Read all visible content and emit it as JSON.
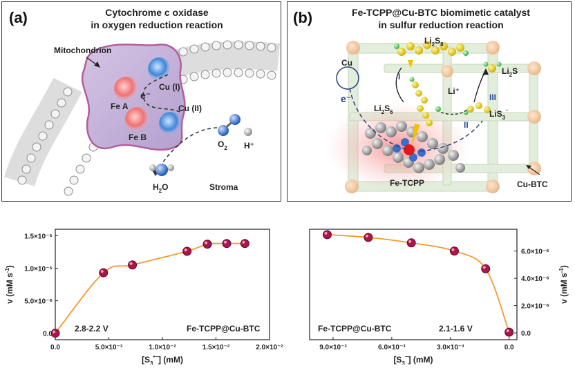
{
  "panel_a": {
    "label": "(a)",
    "title_line1": "Cytochrome c oxidase",
    "title_line2": "in oxygen reduction reaction",
    "mitochondrion": "Mitochondrion",
    "fe_a": "Fe A",
    "fe_b": "Fe B",
    "cu_i": "Cu (I)",
    "cu_ii": "Cu (II)",
    "electron": "e⁻",
    "o2": "O",
    "o2_sub": "2",
    "h_plus": "H⁺",
    "h2o_h": "H",
    "h2o_sub": "2",
    "h2o_o": "O",
    "stroma": "Stroma"
  },
  "panel_b": {
    "label": "(b)",
    "title_line1": "Fe-TCPP@Cu-BTC biomimetic catalyst",
    "title_line2": "in sulfur reduction reaction",
    "cu": "Cu",
    "electron": "e⁻",
    "li2s8": "Li",
    "li2s8_sub1": "2",
    "li2s8_mid": "S",
    "li2s8_sub2": "8",
    "li2s6": "Li",
    "li2s6_sub1": "2",
    "li2s6_mid": "S",
    "li2s6_sub2": "6",
    "li2s": "Li",
    "li2s_sub1": "2",
    "li2s_mid": "S",
    "li_plus": "Li⁺",
    "lis3": "LiS",
    "lis3_sub": "3",
    "lis3_sup": "⁻",
    "step1": "I",
    "step2": "II",
    "step3": "III",
    "fetcpp": "Fe-TCPP",
    "cubtc": "Cu-BTC"
  },
  "plots": [
    {
      "ylabel_main": "v (mM s",
      "ylabel_sup": "-1",
      "ylabel_end": ")",
      "xlabel_main": "[S",
      "xlabel_sub": "3",
      "xlabel_sup": "•−",
      "xlabel_end": "] (mM)",
      "voltage": "2.8-2.2 V",
      "catalyst": "Fe-TCPP@Cu-BTC",
      "xticks": [
        "0.0",
        "5.0×10⁻³",
        "1.0×10⁻²",
        "1.5×10⁻²",
        "2.0×10⁻²"
      ],
      "yticks": [
        "0.0",
        "5.0×10⁻⁶",
        "1.0×10⁻⁵",
        "1.5×10⁻⁵"
      ]
    },
    {
      "ylabel_main": "v (mM s",
      "ylabel_sup": "-1",
      "ylabel_end": ")",
      "xlabel_main": "[S",
      "xlabel_sub": "3",
      "xlabel_sup": "−",
      "xlabel_end": "] (mM)",
      "voltage": "2.1-1.6 V",
      "catalyst": "Fe-TCPP@Cu-BTC",
      "xticks": [
        "9.0×10⁻³",
        "6.0×10⁻³",
        "3.0×10⁻³",
        "0.0"
      ],
      "yticks": [
        "0.0",
        "2.0×10⁻⁶",
        "4.0×10⁻⁶",
        "6.0×10⁻⁶"
      ]
    }
  ],
  "chart_data": [
    {
      "type": "scatter",
      "title": "",
      "xlabel": "[S3•−] (mM)",
      "ylabel": "v (mM s-1)",
      "xlim": [
        0,
        0.02
      ],
      "ylim": [
        -1e-06,
        1.6e-05
      ],
      "annotations": [
        "2.8-2.2 V",
        "Fe-TCPP@Cu-BTC"
      ],
      "series": [
        {
          "x": [
            0.0,
            0.0045,
            0.0072,
            0.0123,
            0.0142,
            0.016,
            0.0177
          ],
          "y": [
            0.0,
            9.3e-06,
            1.05e-05,
            1.26e-05,
            1.37e-05,
            1.38e-05,
            1.38e-05
          ],
          "fit": "curve"
        }
      ]
    },
    {
      "type": "scatter",
      "title": "",
      "xlabel": "[S3−] (mM)",
      "ylabel": "v (mM s-1)",
      "xlim": [
        0.0102,
        -0.0004
      ],
      "ylim": [
        -5e-07,
        7.6e-06
      ],
      "x_reversed": true,
      "y_axis_side": "right",
      "annotations": [
        "Fe-TCPP@Cu-BTC",
        "2.1-1.6 V"
      ],
      "series": [
        {
          "x": [
            0.0093,
            0.0072,
            0.005,
            0.0028,
            0.0012,
            0.0
          ],
          "y": [
            7.2e-06,
            7e-06,
            6.6e-06,
            6e-06,
            4.7e-06,
            5e-08
          ],
          "fit": "curve"
        }
      ]
    }
  ]
}
